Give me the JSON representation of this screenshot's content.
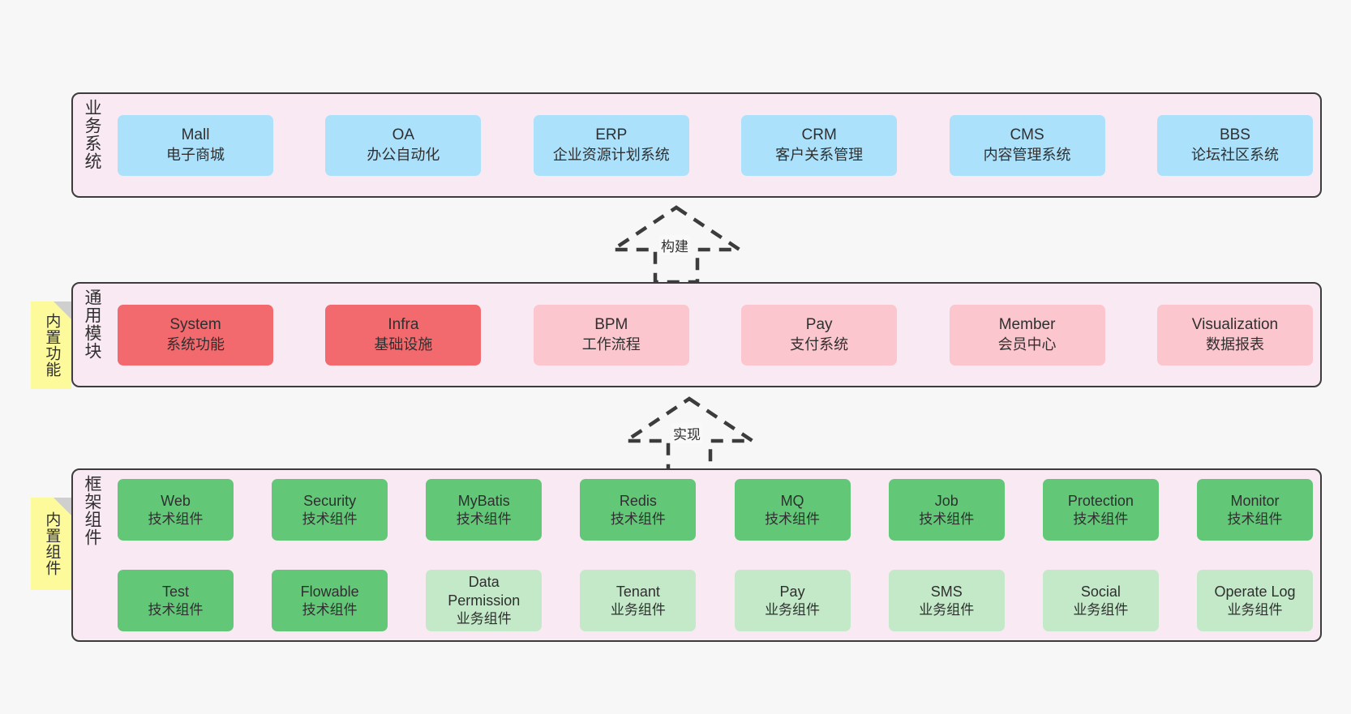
{
  "diagram": {
    "title_business": "业务系统",
    "title_common": "通用模块",
    "title_framework": "框架组件",
    "note_common": "内置功能",
    "note_framework": "内置组件",
    "arrow_build_label": "构建",
    "arrow_impl_label": "实现"
  },
  "colors": {
    "panel_bg": "#f9e9f3",
    "panel_border": "#3c3c3c",
    "blue": "#ace1fb",
    "red": "#f2696e",
    "pink": "#fbc6cd",
    "green": "#62c878",
    "green_light": "#c3e9c9",
    "note_yellow": "#fcfa9b",
    "note_fold": "#cfcfcf",
    "canvas_bg": "#f7f7f7"
  },
  "business_systems": [
    {
      "name": "Mall",
      "desc": "电子商城",
      "color": "blue"
    },
    {
      "name": "OA",
      "desc": "办公自动化",
      "color": "blue"
    },
    {
      "name": "ERP",
      "desc": "企业资源计划系统",
      "color": "blue"
    },
    {
      "name": "CRM",
      "desc": "客户关系管理",
      "color": "blue"
    },
    {
      "name": "CMS",
      "desc": "内容管理系统",
      "color": "blue"
    },
    {
      "name": "BBS",
      "desc": "论坛社区系统",
      "color": "blue"
    }
  ],
  "common_modules": [
    {
      "name": "System",
      "desc": "系统功能",
      "color": "red"
    },
    {
      "name": "Infra",
      "desc": "基础设施",
      "color": "red"
    },
    {
      "name": "BPM",
      "desc": "工作流程",
      "color": "pink"
    },
    {
      "name": "Pay",
      "desc": "支付系统",
      "color": "pink"
    },
    {
      "name": "Member",
      "desc": "会员中心",
      "color": "pink"
    },
    {
      "name": "Visualization",
      "desc": "数据报表",
      "color": "pink"
    }
  ],
  "framework_components_row1": [
    {
      "name": "Web",
      "desc": "技术组件",
      "color": "green"
    },
    {
      "name": "Security",
      "desc": "技术组件",
      "color": "green"
    },
    {
      "name": "MyBatis",
      "desc": "技术组件",
      "color": "green"
    },
    {
      "name": "Redis",
      "desc": "技术组件",
      "color": "green"
    },
    {
      "name": "MQ",
      "desc": "技术组件",
      "color": "green"
    },
    {
      "name": "Job",
      "desc": "技术组件",
      "color": "green"
    },
    {
      "name": "Protection",
      "desc": "技术组件",
      "color": "green"
    },
    {
      "name": "Monitor",
      "desc": "技术组件",
      "color": "green"
    }
  ],
  "framework_components_row2": [
    {
      "name": "Test",
      "desc": "技术组件",
      "color": "green"
    },
    {
      "name": "Flowable",
      "desc": "技术组件",
      "color": "green"
    },
    {
      "name": "Data Permission",
      "desc": "业务组件",
      "color": "green_light"
    },
    {
      "name": "Tenant",
      "desc": "业务组件",
      "color": "green_light"
    },
    {
      "name": "Pay",
      "desc": "业务组件",
      "color": "green_light"
    },
    {
      "name": "SMS",
      "desc": "业务组件",
      "color": "green_light"
    },
    {
      "name": "Social",
      "desc": "业务组件",
      "color": "green_light"
    },
    {
      "name": "Operate Log",
      "desc": "业务组件",
      "color": "green_light"
    }
  ]
}
